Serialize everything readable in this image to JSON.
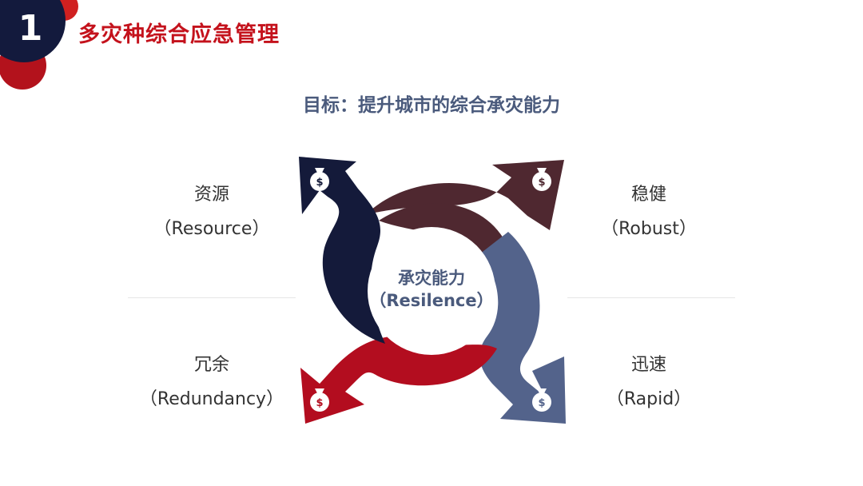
{
  "header": {
    "section_number": "1",
    "title": "多灾种综合应急管理"
  },
  "goal": "目标：提升城市的综合承灾能力",
  "center": {
    "cn": "承灾能力",
    "en": "（Resilence）"
  },
  "quadrants": {
    "top_left": {
      "cn": "资源",
      "en": "（Resource）"
    },
    "top_right": {
      "cn": "稳健",
      "en": "（Robust）"
    },
    "bottom_left": {
      "cn": "冗余",
      "en": "（Redundancy）"
    },
    "bottom_right": {
      "cn": "迅速",
      "en": "（Rapid）"
    }
  },
  "icons": {
    "money_bag_symbol": "$"
  },
  "colors": {
    "brand_red": "#c4121c",
    "navy": "#141a3a",
    "maroon": "#4f2830",
    "slate_blue": "#53638b",
    "arrow_red": "#b30d1f",
    "text_blue": "#4a5a7c"
  }
}
